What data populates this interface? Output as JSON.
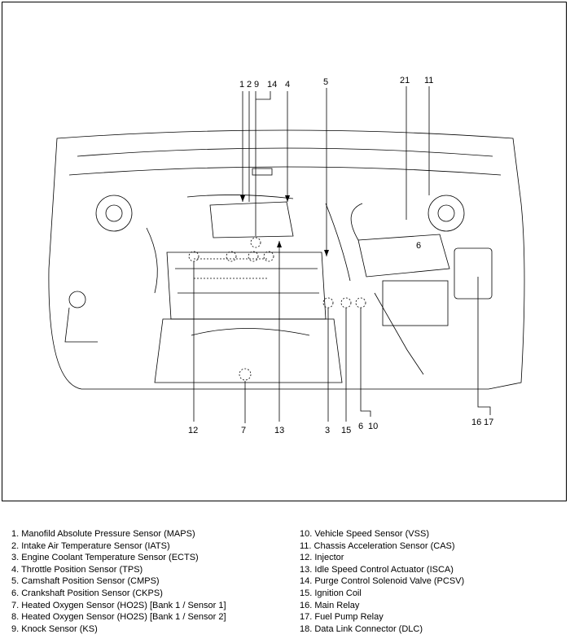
{
  "callouts": {
    "c1": "1",
    "c2": "2",
    "c9": "9",
    "c14": "14",
    "c4": "4",
    "c5": "5",
    "c21": "21",
    "c11": "11",
    "c6box": "6",
    "c12": "12",
    "c7": "7",
    "c13": "13",
    "c3": "3",
    "c15": "15",
    "c6": "6",
    "c10": "10",
    "c16": "16",
    "c17": "17"
  },
  "legend": {
    "left": [
      "1. Manofild Absolute Pressure Sensor (MAPS)",
      "2. Intake Air Temperature Sensor (IATS)",
      "3. Engine Coolant Temperature Sensor (ECTS)",
      "4. Throttle Position Sensor (TPS)",
      "5. Camshaft Position Sensor (CMPS)",
      "6. Crankshaft Position Sensor (CKPS)",
      "7. Heated Oxygen Sensor (HO2S) [Bank 1 / Sensor 1]",
      "8. Heated Oxygen Sensor (HO2S) [Bank 1 / Sensor 2]",
      "9. Knock Sensor (KS)"
    ],
    "right": [
      "10. Vehicle Speed Sensor (VSS)",
      "11. Chassis Acceleration Sensor (CAS)",
      "12. Injector",
      "13. Idle Speed Control Actuator (ISCA)",
      "14. Purge Control Solenoid Valve (PCSV)",
      "15. Ignition Coil",
      "16. Main Relay",
      "17. Fuel Pump Relay",
      "18. Data Link Connector (DLC)"
    ]
  }
}
